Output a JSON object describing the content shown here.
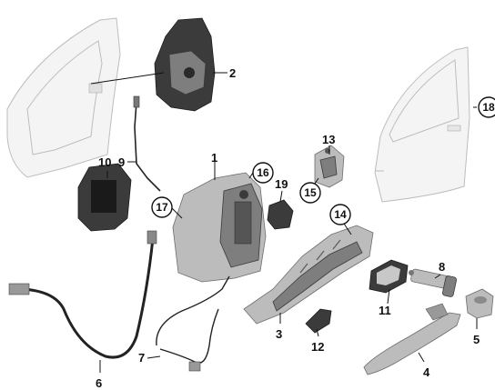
{
  "callouts": [
    {
      "id": "1",
      "label": "1",
      "style": "plain"
    },
    {
      "id": "2",
      "label": "2",
      "style": "plain"
    },
    {
      "id": "3",
      "label": "3",
      "style": "plain"
    },
    {
      "id": "4",
      "label": "4",
      "style": "plain"
    },
    {
      "id": "5",
      "label": "5",
      "style": "plain"
    },
    {
      "id": "6",
      "label": "6",
      "style": "plain"
    },
    {
      "id": "7",
      "label": "7",
      "style": "plain"
    },
    {
      "id": "8",
      "label": "8",
      "style": "plain"
    },
    {
      "id": "9",
      "label": "9",
      "style": "plain"
    },
    {
      "id": "10",
      "label": "10",
      "style": "plain"
    },
    {
      "id": "11",
      "label": "11",
      "style": "plain"
    },
    {
      "id": "12",
      "label": "12",
      "style": "plain"
    },
    {
      "id": "13",
      "label": "13",
      "style": "plain"
    },
    {
      "id": "14",
      "label": "14",
      "style": "circled"
    },
    {
      "id": "15",
      "label": "15",
      "style": "circled"
    },
    {
      "id": "16",
      "label": "16",
      "style": "circled"
    },
    {
      "id": "17",
      "label": "17",
      "style": "circled"
    },
    {
      "id": "18",
      "label": "18",
      "style": "circled"
    },
    {
      "id": "19",
      "label": "19",
      "style": "plain"
    }
  ],
  "colors": {
    "part_dark": "#3b3b3b",
    "part_mid": "#7e7e7e",
    "part_light": "#bcbcbc",
    "door_outline": "#bdbdbd",
    "label": "#111111"
  }
}
